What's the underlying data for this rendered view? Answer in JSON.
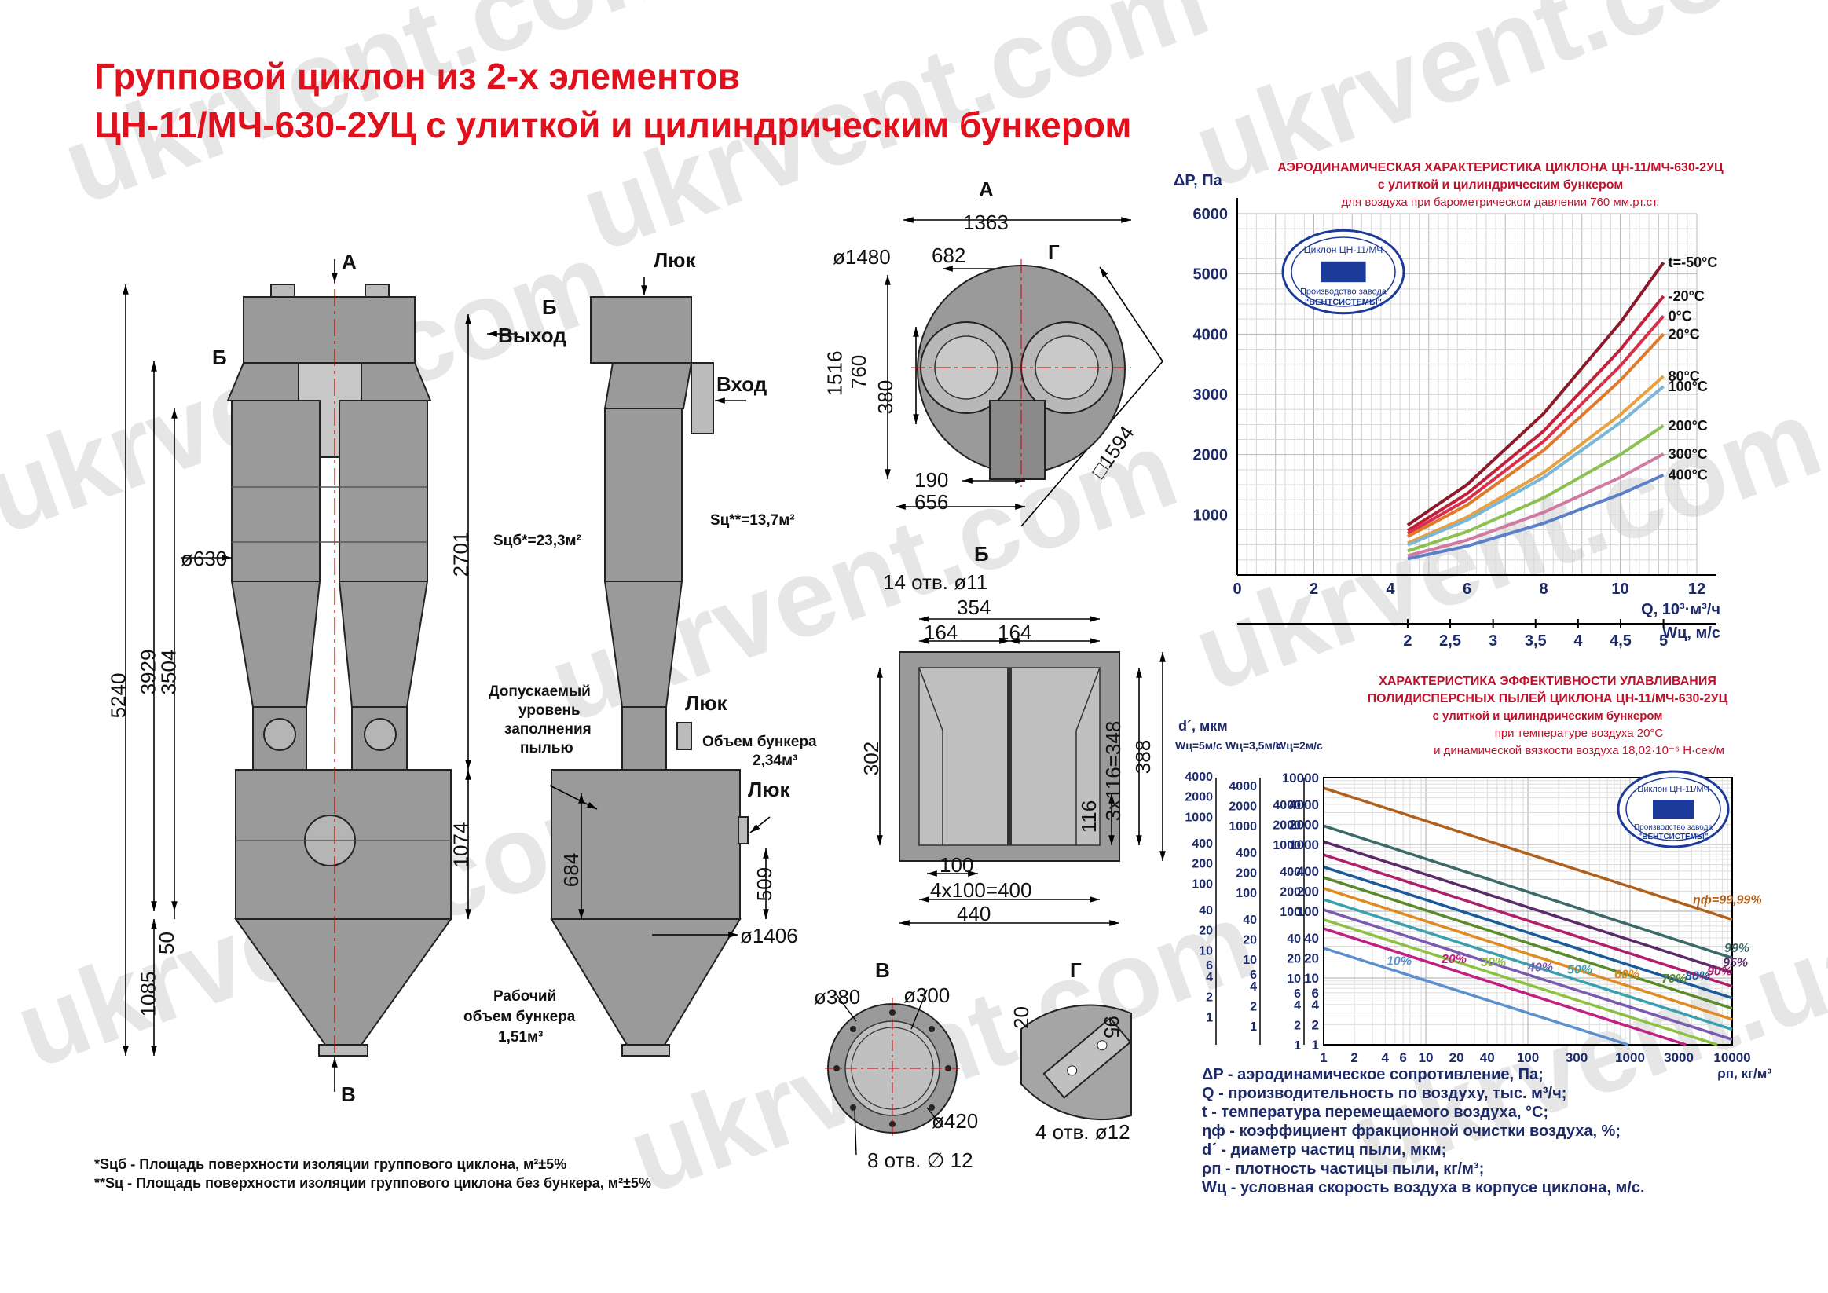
{
  "title": {
    "line1": "Групповой циклон из 2-х элементов",
    "line2": "ЦН-11/МЧ-630-2УЦ с улиткой и цилиндрическим бункером"
  },
  "watermark": "ukrvent.com",
  "watermark_ua": "ukrvent.ua",
  "views": {
    "a": "А",
    "b": "Б",
    "v": "В",
    "g": "Г",
    "hatch": "Люк",
    "out": "Выход",
    "in": "Вход"
  },
  "front": {
    "dims": {
      "d630": "ø630",
      "h5240": "5240",
      "h3929": "3929",
      "h3504": "3504",
      "h2701": "2701",
      "h1074": "1074",
      "h50": "50",
      "h1085": "1085"
    },
    "sf": "Sцб*=23,3м²",
    "sc": "Sц**=13,7м²",
    "fill_level": [
      "Допускаемый",
      "уровень",
      "заполнения",
      "пылью"
    ],
    "bunker_vol": [
      "Объем бункера",
      "2,34м³"
    ],
    "work_vol": [
      "Рабочий",
      "объем бункера",
      "1,51м³"
    ],
    "d684": "684",
    "d509": "509",
    "d1406": "ø1406"
  },
  "top_view": {
    "d1363": "1363",
    "d1480": "ø1480",
    "d682": "682",
    "d1516": "1516",
    "d760": "760",
    "d380": "380",
    "d190": "190",
    "d656": "656",
    "d1594": "□1594"
  },
  "flange_b": {
    "holes": "14 отв. ø11",
    "d354": "354",
    "d164a": "164",
    "d164b": "164",
    "d302": "302",
    "d3x116": "3x116=348",
    "d388": "388",
    "d116": "116",
    "d100": "100",
    "d4x100": "4x100=400",
    "d440": "440"
  },
  "flange_v": {
    "d380": "ø380",
    "d300": "ø300",
    "d420": "ø420",
    "holes": "8 отв. ∅ 12"
  },
  "flange_g": {
    "d20": "20",
    "d95": "95",
    "holes": "4 отв. ø12"
  },
  "footnotes": [
    "*Sцб - Площадь поверхности изоляции группового циклона, м²±5%",
    "**Sц - Площадь поверхности изоляции группового циклона без бункера, м²±5%"
  ],
  "stamp": {
    "line1": "Циклон ЦН-11/МЧ",
    "line2": "Производство завода",
    "line3": "\"ВЕНТСИСТЕМЫ\""
  },
  "chart_data": [
    {
      "type": "line",
      "title": "АЭРОДИНАМИЧЕСКАЯ ХАРАКТЕРИСТИКА ЦИКЛОНА ЦН-11/МЧ-630-2УЦ",
      "subtitle": "с улиткой и цилиндрическим бункером",
      "subtitle2": "для воздуха при барометрическом давлении 760 мм.рт.ст.",
      "ylabel": "ΔP, Па",
      "xlabel": "Q, 10³·м³/ч",
      "x2label": "Wц, м/с",
      "xlim": [
        0,
        12
      ],
      "ylim": [
        0,
        6000
      ],
      "x_ticks": [
        "0",
        "2",
        "4",
        "6",
        "8",
        "10",
        "12"
      ],
      "y_ticks": [
        "1000",
        "2000",
        "3000",
        "4000",
        "5000",
        "6000"
      ],
      "x2_ticks": [
        "2",
        "2,5",
        "3",
        "3,5",
        "4",
        "4,5",
        "5"
      ],
      "x2_values": [
        4.45,
        5.56,
        6.68,
        7.79,
        8.9,
        10.01,
        11.13
      ],
      "grid": true,
      "series": [
        {
          "name": "t=-50°C",
          "color": "#8b1a2a",
          "x": [
            4.45,
            6,
            8,
            10,
            11.13
          ],
          "y": [
            830,
            1500,
            2680,
            4190,
            5190
          ]
        },
        {
          "name": "-20°C",
          "color": "#c2203a",
          "x": [
            4.45,
            6,
            8,
            10,
            11.13
          ],
          "y": [
            740,
            1350,
            2390,
            3740,
            4630
          ]
        },
        {
          "name": "0°C",
          "color": "#d8304a",
          "x": [
            4.45,
            6,
            8,
            10,
            11.13
          ],
          "y": [
            690,
            1250,
            2220,
            3470,
            4300
          ]
        },
        {
          "name": "20°C",
          "color": "#e07a2a",
          "x": [
            4.45,
            6,
            8,
            10,
            11.13
          ],
          "y": [
            640,
            1160,
            2070,
            3230,
            4000
          ]
        },
        {
          "name": "80°C",
          "color": "#e8a040",
          "x": [
            4.45,
            6,
            8,
            10,
            11.13
          ],
          "y": [
            530,
            960,
            1700,
            2660,
            3300
          ]
        },
        {
          "name": "100°C",
          "color": "#7ab6d8",
          "x": [
            4.45,
            6,
            8,
            10,
            11.13
          ],
          "y": [
            500,
            910,
            1620,
            2530,
            3130
          ]
        },
        {
          "name": "200°C",
          "color": "#8cc050",
          "x": [
            4.45,
            6,
            8,
            10,
            11.13
          ],
          "y": [
            400,
            720,
            1280,
            2000,
            2480
          ]
        },
        {
          "name": "300°C",
          "color": "#d07aa0",
          "x": [
            4.45,
            6,
            8,
            10,
            11.13
          ],
          "y": [
            320,
            580,
            1040,
            1620,
            2010
          ]
        },
        {
          "name": "400°C",
          "color": "#5a80c8",
          "x": [
            4.45,
            6,
            8,
            10,
            11.13
          ],
          "y": [
            270,
            480,
            860,
            1340,
            1660
          ]
        }
      ]
    },
    {
      "type": "line",
      "title": "ХАРАКТЕРИСТИКА ЭФФЕКТИВНОСТИ УЛАВЛИВАНИЯ",
      "subtitle": "ПОЛИДИСПЕРСНЫХ ПЫЛЕЙ ЦИКЛОНА ЦН-11/МЧ-630-2УЦ",
      "subtitle2": "с улиткой и цилиндрическим бункером",
      "subtitle3": "при температуре воздуха 20°С",
      "subtitle4": "и динамической вязкости воздуха 18,02·10⁻⁶ Н·сек/м",
      "ylabel": "d´, мкм",
      "xlabel": "ρп, кг/м³",
      "log_x": true,
      "log_y": true,
      "xlim": [
        1,
        10000
      ],
      "ylim": [
        1,
        10000
      ],
      "x_ticks": [
        "1",
        "2",
        "4",
        "6",
        "10",
        "20",
        "40",
        "100",
        "300",
        "1000",
        "3000",
        "10000"
      ],
      "y_ticks": [
        "1",
        "2",
        "4",
        "6",
        "10",
        "20",
        "40",
        "100",
        "200",
        "400",
        "1000",
        "2000",
        "4000",
        "10000"
      ],
      "y_axis_groups": [
        "Wц=5м/с",
        "Wц=3,5м/с",
        "Wц=2м/с"
      ],
      "y_group_ticks": [
        "1",
        "2",
        "4",
        "6",
        "10",
        "20",
        "40",
        "100",
        "200",
        "400",
        "1000",
        "2000",
        "4000"
      ],
      "grid": true,
      "series": [
        {
          "name": "ηф=99,99%",
          "color": "#b0601a",
          "x": [
            1,
            10000
          ],
          "y": [
            7000,
            75
          ]
        },
        {
          "name": "99%",
          "color": "#3a6a6a",
          "x": [
            1,
            10000
          ],
          "y": [
            1900,
            20
          ]
        },
        {
          "name": "95%",
          "color": "#5a2a6a",
          "x": [
            1,
            10000
          ],
          "y": [
            1100,
            12
          ]
        },
        {
          "name": "90%",
          "color": "#b0206a",
          "x": [
            1,
            10000
          ],
          "y": [
            700,
            7.5
          ]
        },
        {
          "name": "80%",
          "color": "#1a5a9a",
          "x": [
            1,
            10000
          ],
          "y": [
            460,
            5
          ]
        },
        {
          "name": "70%",
          "color": "#5a8a2a",
          "x": [
            1,
            10000
          ],
          "y": [
            320,
            3.5
          ]
        },
        {
          "name": "60%",
          "color": "#e08a20",
          "x": [
            1,
            10000
          ],
          "y": [
            220,
            2.4
          ]
        },
        {
          "name": "50%",
          "color": "#3aa0b0",
          "x": [
            1,
            10000
          ],
          "y": [
            150,
            1.7
          ]
        },
        {
          "name": "40%",
          "color": "#7a5ab0",
          "x": [
            1,
            10000
          ],
          "y": [
            105,
            1.2
          ]
        },
        {
          "name": "30%",
          "color": "#8cc040",
          "x": [
            1,
            10000
          ],
          "y": [
            75,
            0.85
          ]
        },
        {
          "name": "20%",
          "color": "#c02080",
          "x": [
            1,
            10000
          ],
          "y": [
            55,
            0.6
          ]
        },
        {
          "name": "10%",
          "color": "#5a90d0",
          "x": [
            1,
            10000
          ],
          "y": [
            28,
            0.32
          ]
        }
      ],
      "legend": [
        "ΔP - аэродинамическое сопротивление, Па;",
        "Q - производительность по воздуху, тыс. м³/ч;",
        "t - температура перемещаемого воздуха, °С;",
        "ηф - коэффициент фракционной очистки воздуха, %;",
        "d´ - диаметр частиц пыли, мкм;",
        "ρп - плотность частицы пыли, кг/м³;",
        "Wц - условная скорость воздуха в корпусе циклона, м/с."
      ]
    }
  ]
}
